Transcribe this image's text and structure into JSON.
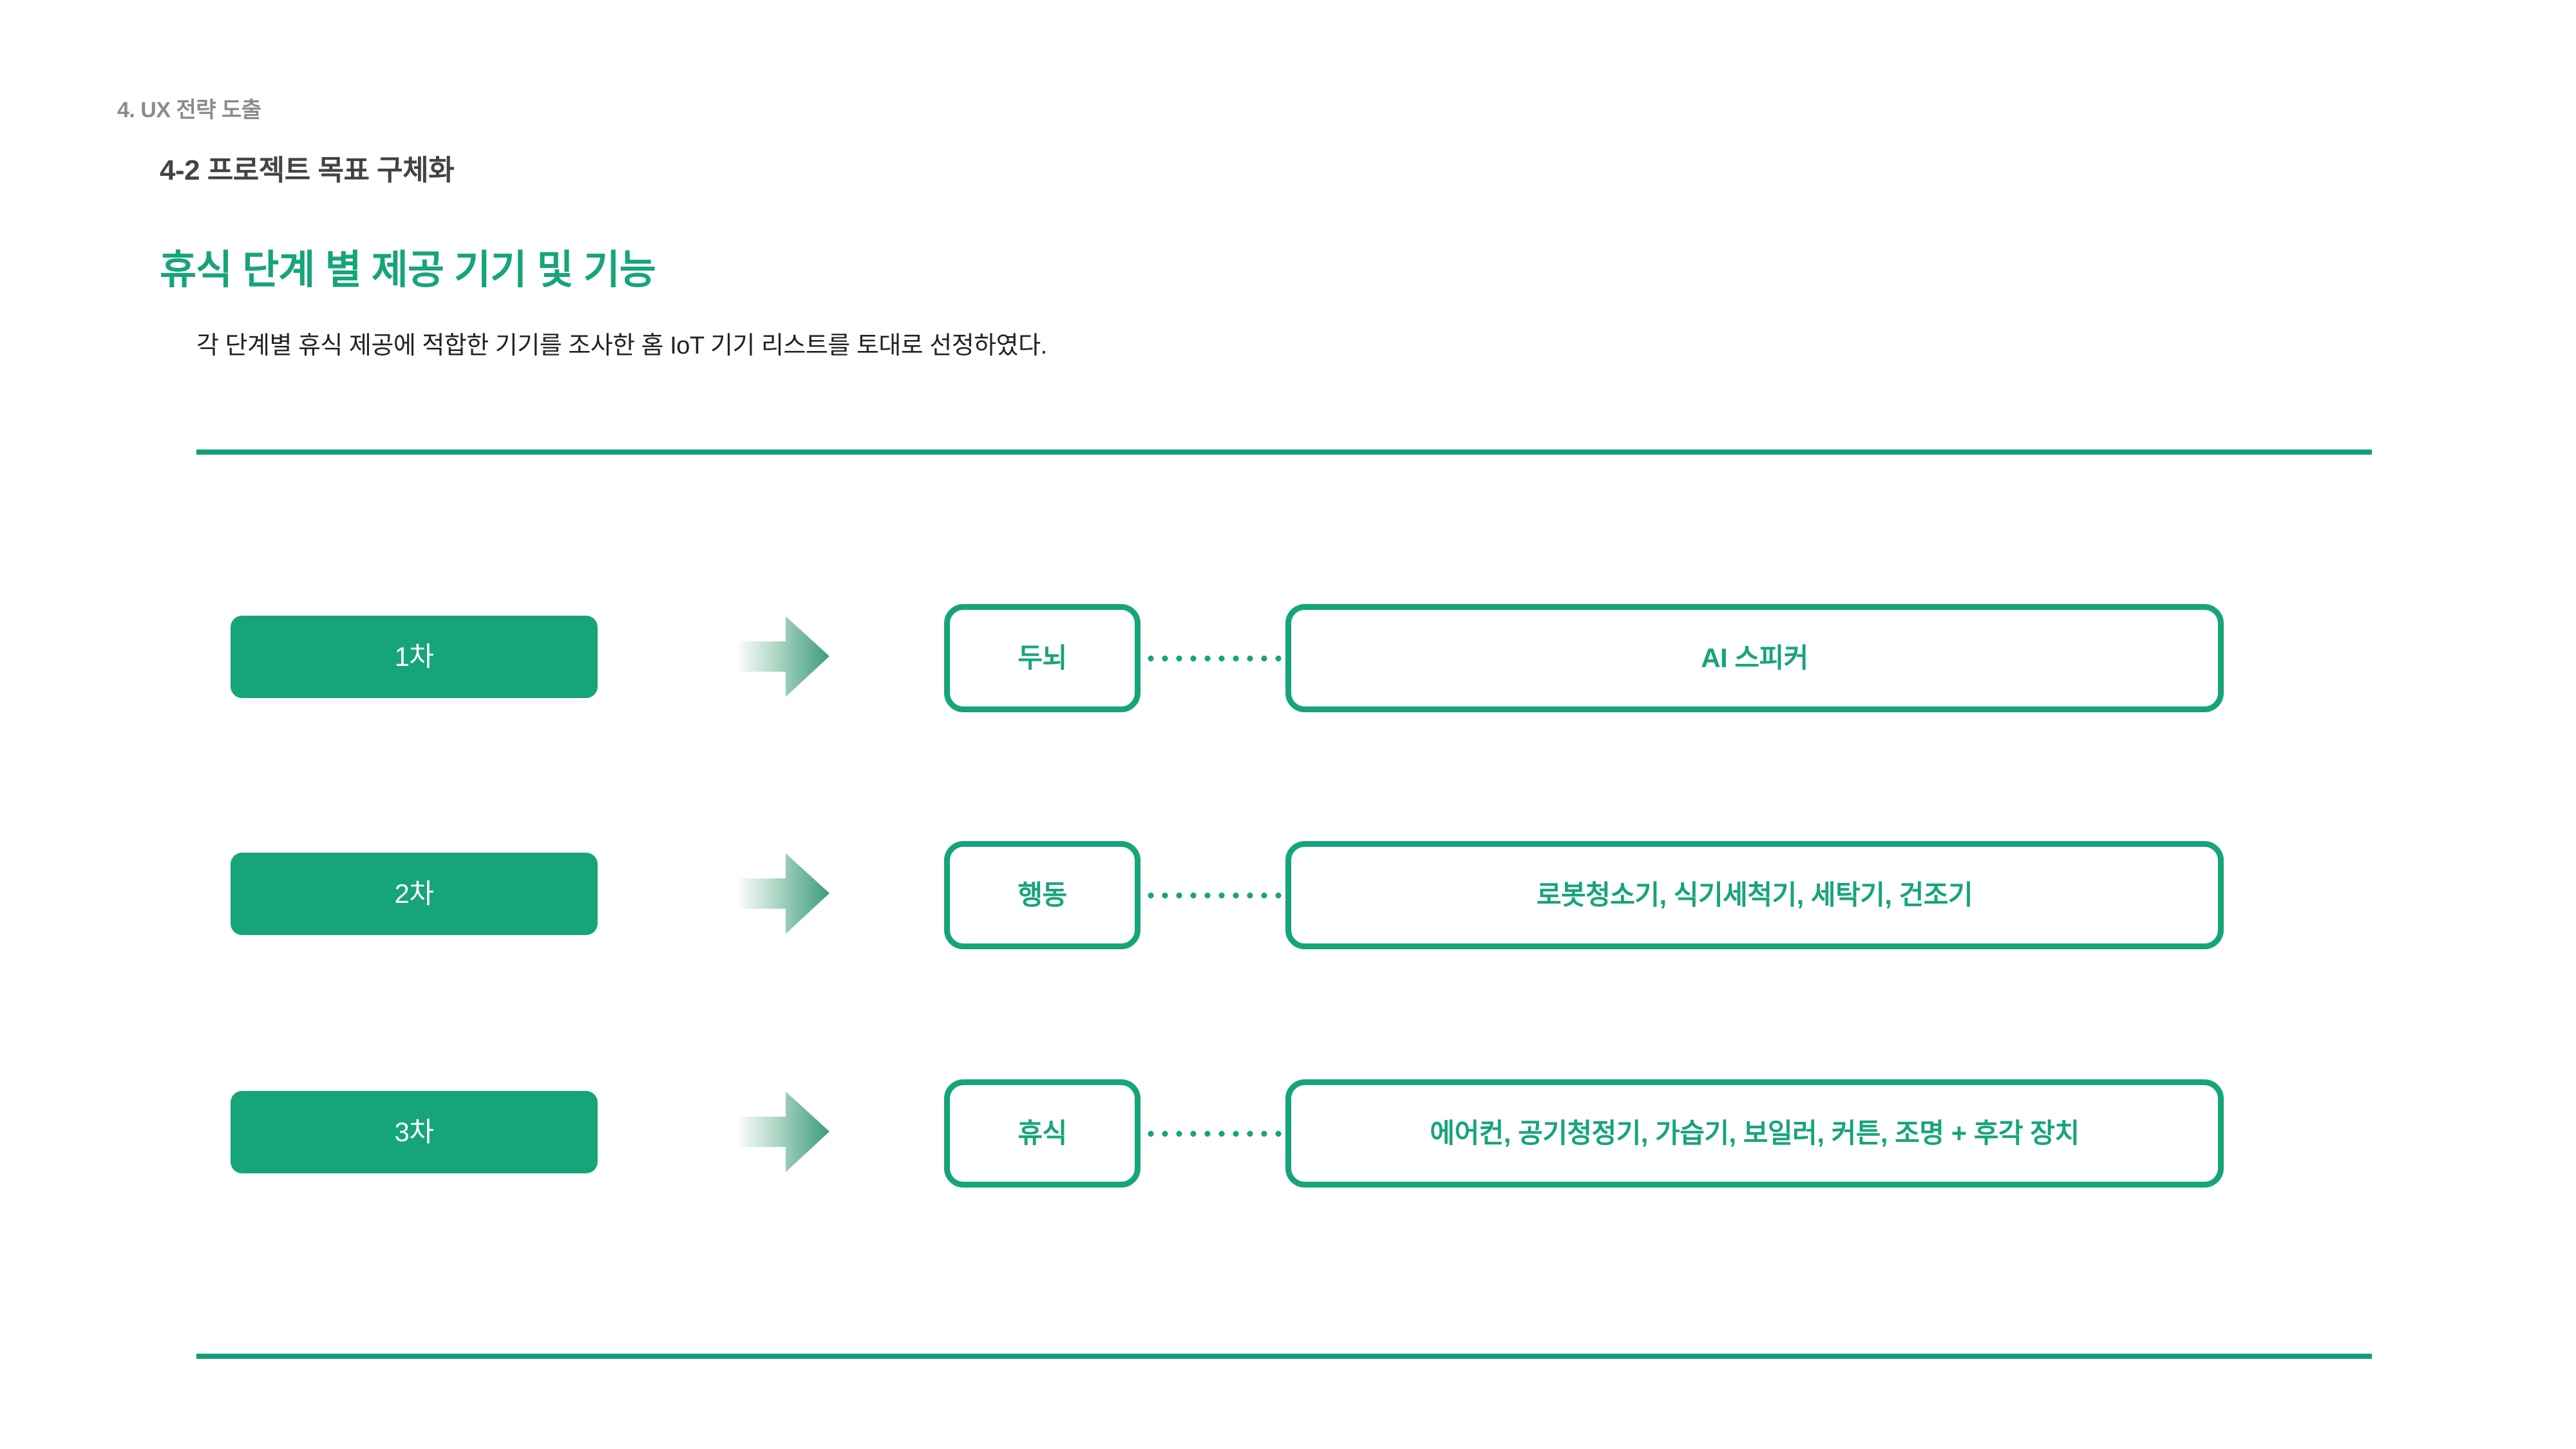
{
  "header": {
    "eyebrow": "4. UX 전략 도출",
    "subhead": "4-2 프로젝트 목표 구체화",
    "section_title": "휴식 단계 별 제공 기기 및 기능",
    "lead": "각 단계별 휴식 제공에 적합한 기기를 조사한 홈 IoT 기기 리스트를 토대로 선정하였다."
  },
  "colors": {
    "brand_green": "#16a47b",
    "rule_green": "#139e78",
    "eyebrow_gray": "#8b8b8b",
    "subhead_gray": "#434343",
    "body_black": "#222222",
    "arrow_gradient_start": "#f4faf7",
    "arrow_gradient_end": "#3d9c7a"
  },
  "diagram": {
    "rows": [
      {
        "stage": "1차",
        "label": "두뇌",
        "devices": "AI 스피커",
        "arrow": "arrow-right-icon",
        "connector": "dotted-connector"
      },
      {
        "stage": "2차",
        "label": "행동",
        "devices": "로봇청소기, 식기세척기, 세탁기, 건조기",
        "arrow": "arrow-right-icon",
        "connector": "dotted-connector"
      },
      {
        "stage": "3차",
        "label": "휴식",
        "devices": "에어컨, 공기청정기, 가습기, 보일러, 커튼, 조명 + 후각 장치",
        "arrow": "arrow-right-icon",
        "connector": "dotted-connector"
      }
    ]
  }
}
